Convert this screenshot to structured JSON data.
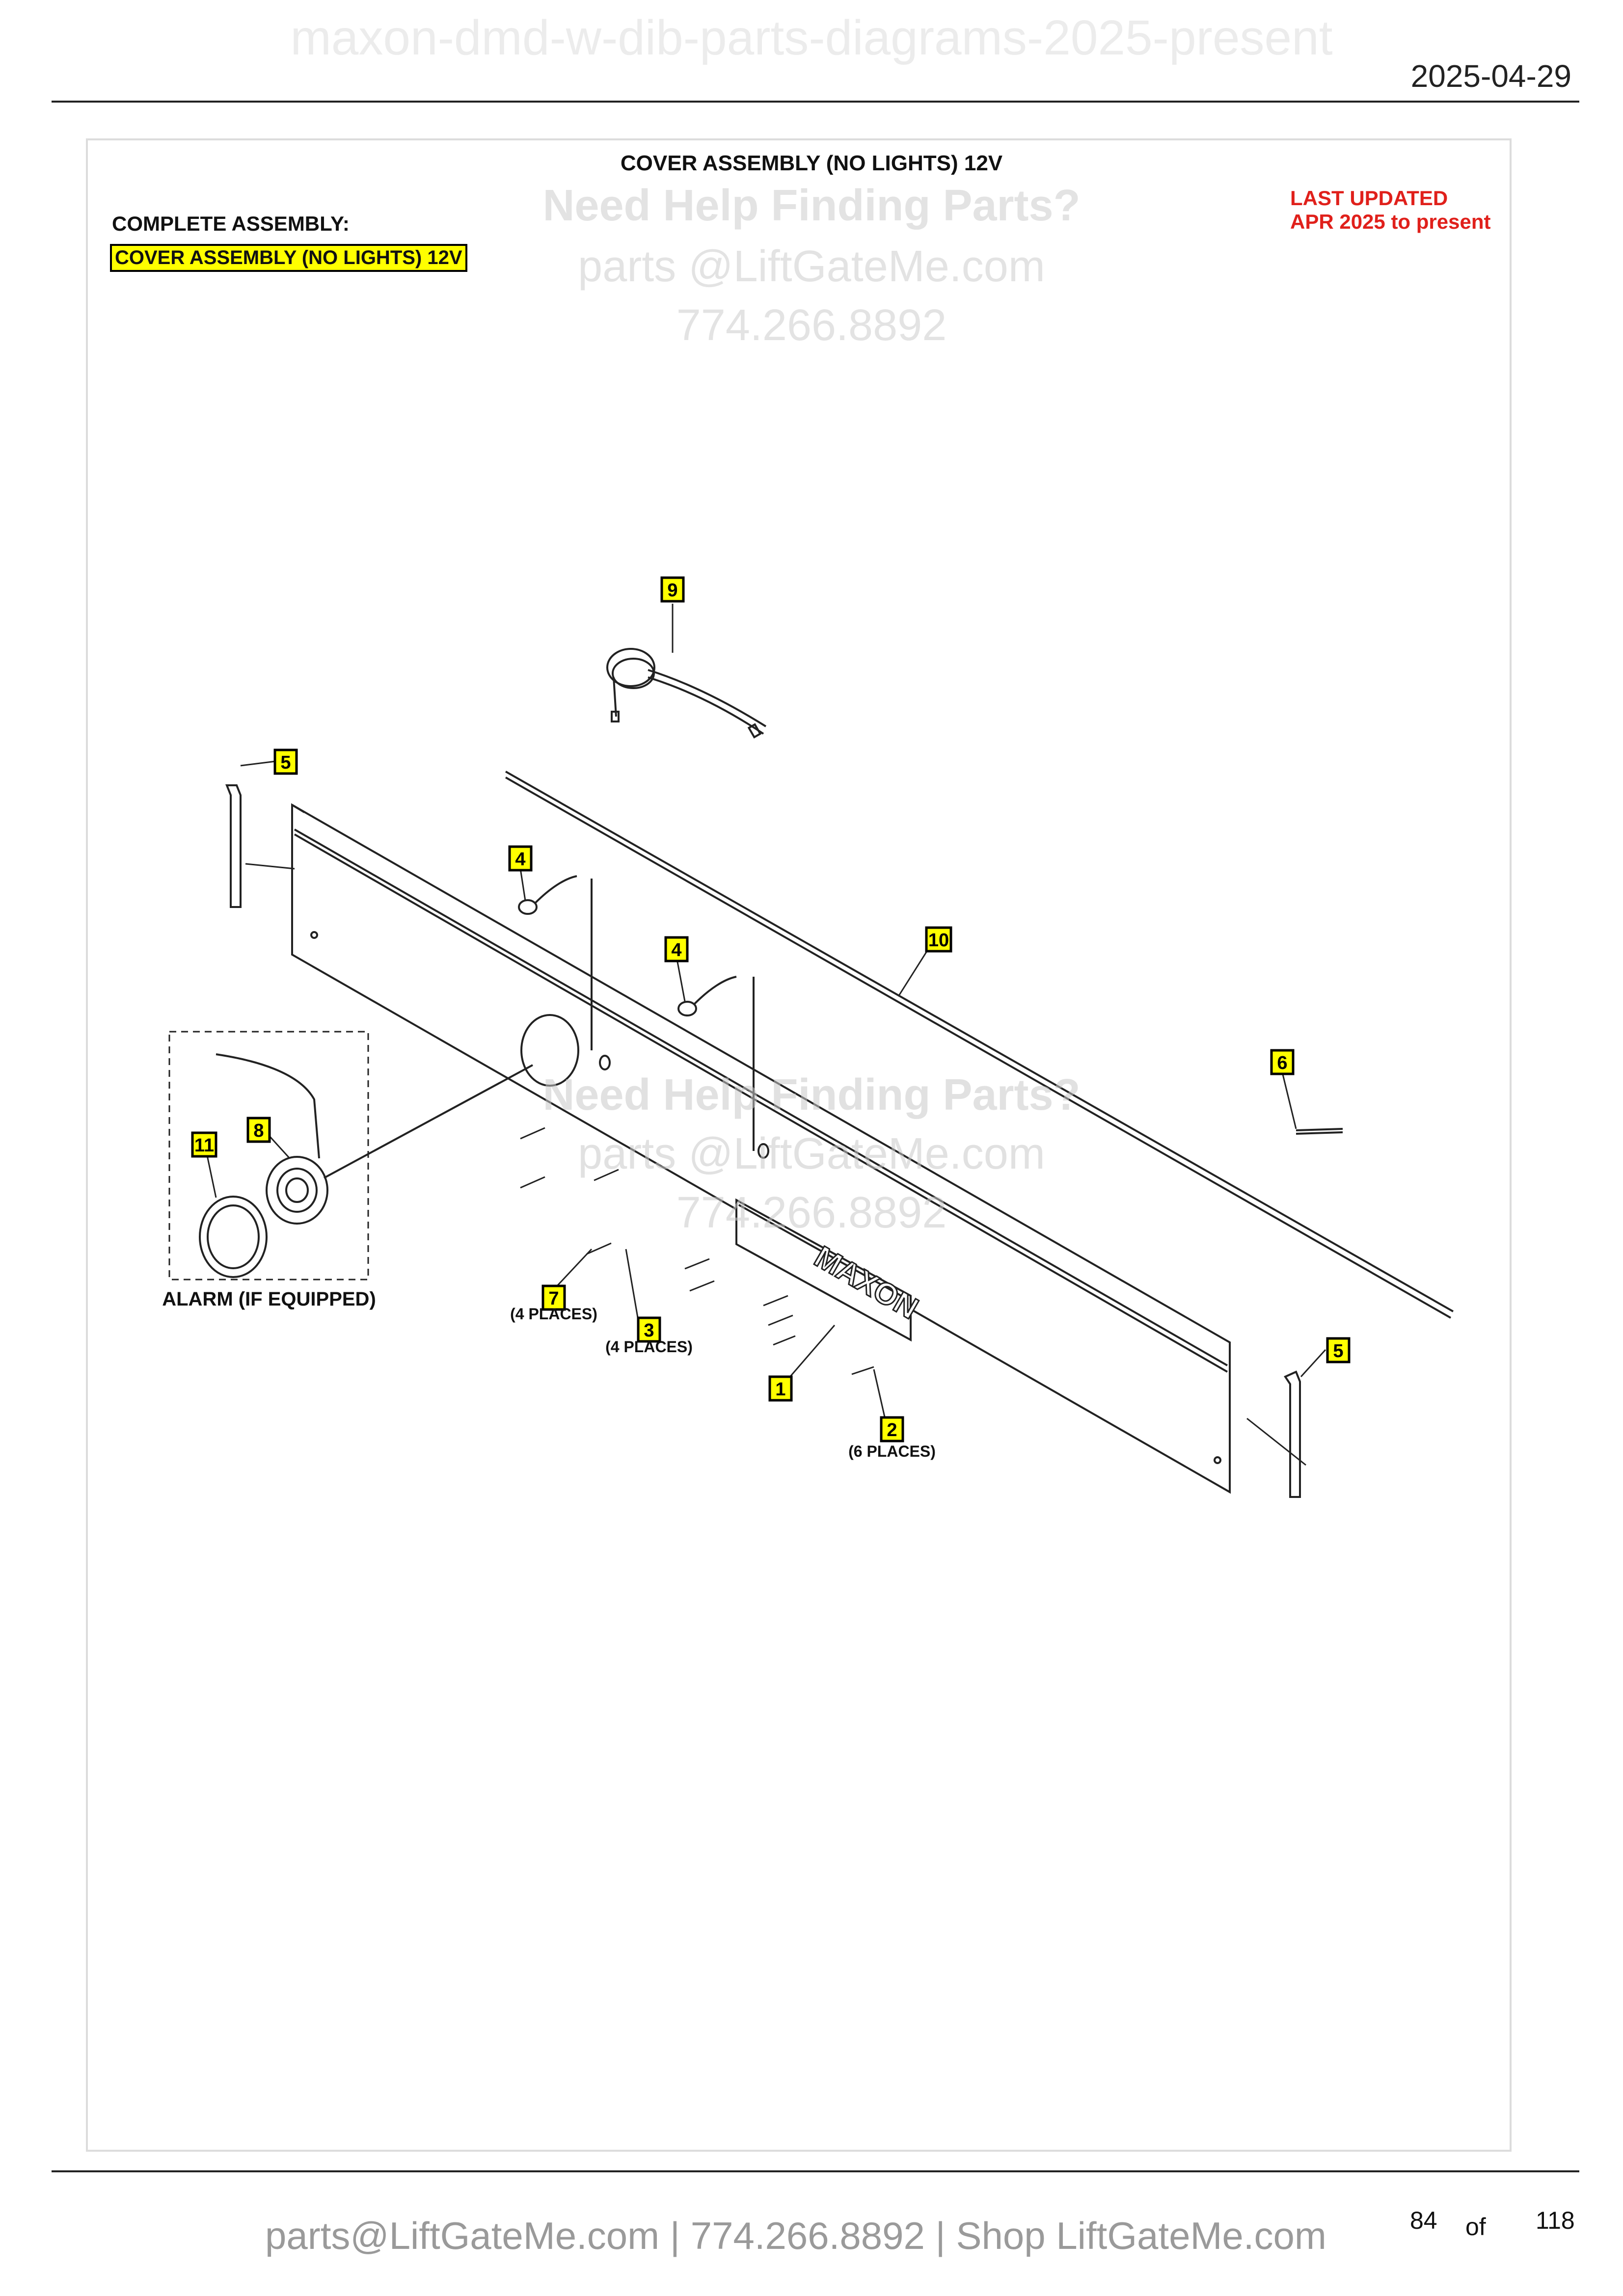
{
  "header": {
    "watermark_title": "maxon-dmd-w-dib-parts-diagrams-2025-present",
    "date": "2025-04-29"
  },
  "sheet": {
    "title": "COVER ASSEMBLY (NO LIGHTS) 12V",
    "complete_assembly_label": "COMPLETE ASSEMBLY:",
    "complete_assembly_value": "COVER ASSEMBLY (NO LIGHTS) 12V",
    "last_updated_line1": "LAST UPDATED",
    "last_updated_line2": "APR 2025 to present"
  },
  "watermark": {
    "line1": "Need Help Finding Parts?",
    "line2": "parts @LiftGateMe.com",
    "line3": "774.266.8892"
  },
  "diagram": {
    "callouts": [
      "1",
      "2",
      "3",
      "4",
      "4",
      "5",
      "5",
      "6",
      "7",
      "8",
      "9",
      "10",
      "11"
    ],
    "notes": {
      "alarm": "ALARM (IF EQUIPPED)",
      "item7": "(4 PLACES)",
      "item3": "(4 PLACES)",
      "item2": "(6 PLACES)"
    },
    "brand_text": "MAXON"
  },
  "footer": {
    "contact": "parts@LiftGateMe.com | 774.266.8892 | Shop LiftGateMe.com",
    "page_current": "84",
    "page_of": "of",
    "page_total": "118"
  }
}
